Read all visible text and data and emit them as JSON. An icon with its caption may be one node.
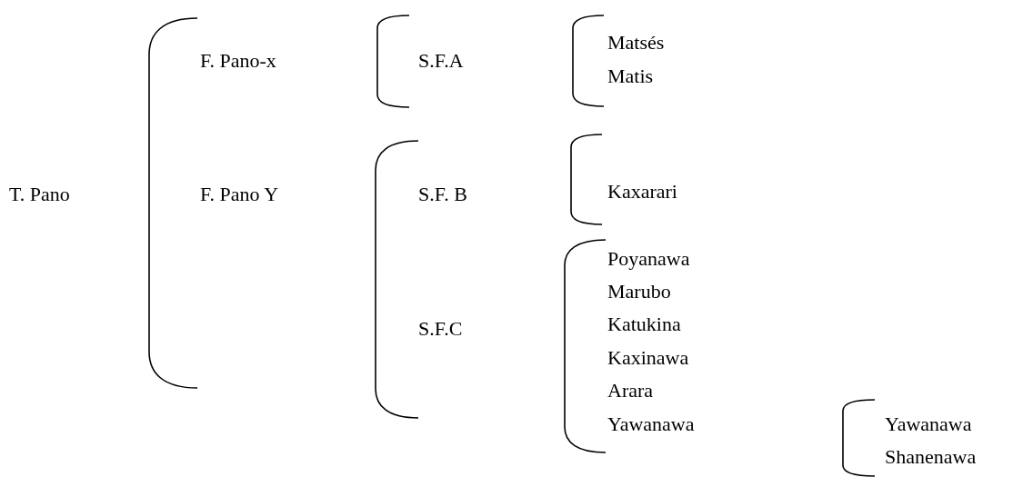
{
  "diagram": {
    "labels": [
      "T. Pano",
      "F. Pano-x",
      "F. Pano Y",
      "S.F.A",
      "S.F. B",
      "S.F.C",
      "Matsés",
      "Matis",
      "Kaxarari",
      "Poyanawa",
      "Marubo",
      "Katukina",
      "Kaxinawa",
      "Arara",
      "Yawanawa",
      "Yawanawa",
      "Shanenawa"
    ]
  }
}
